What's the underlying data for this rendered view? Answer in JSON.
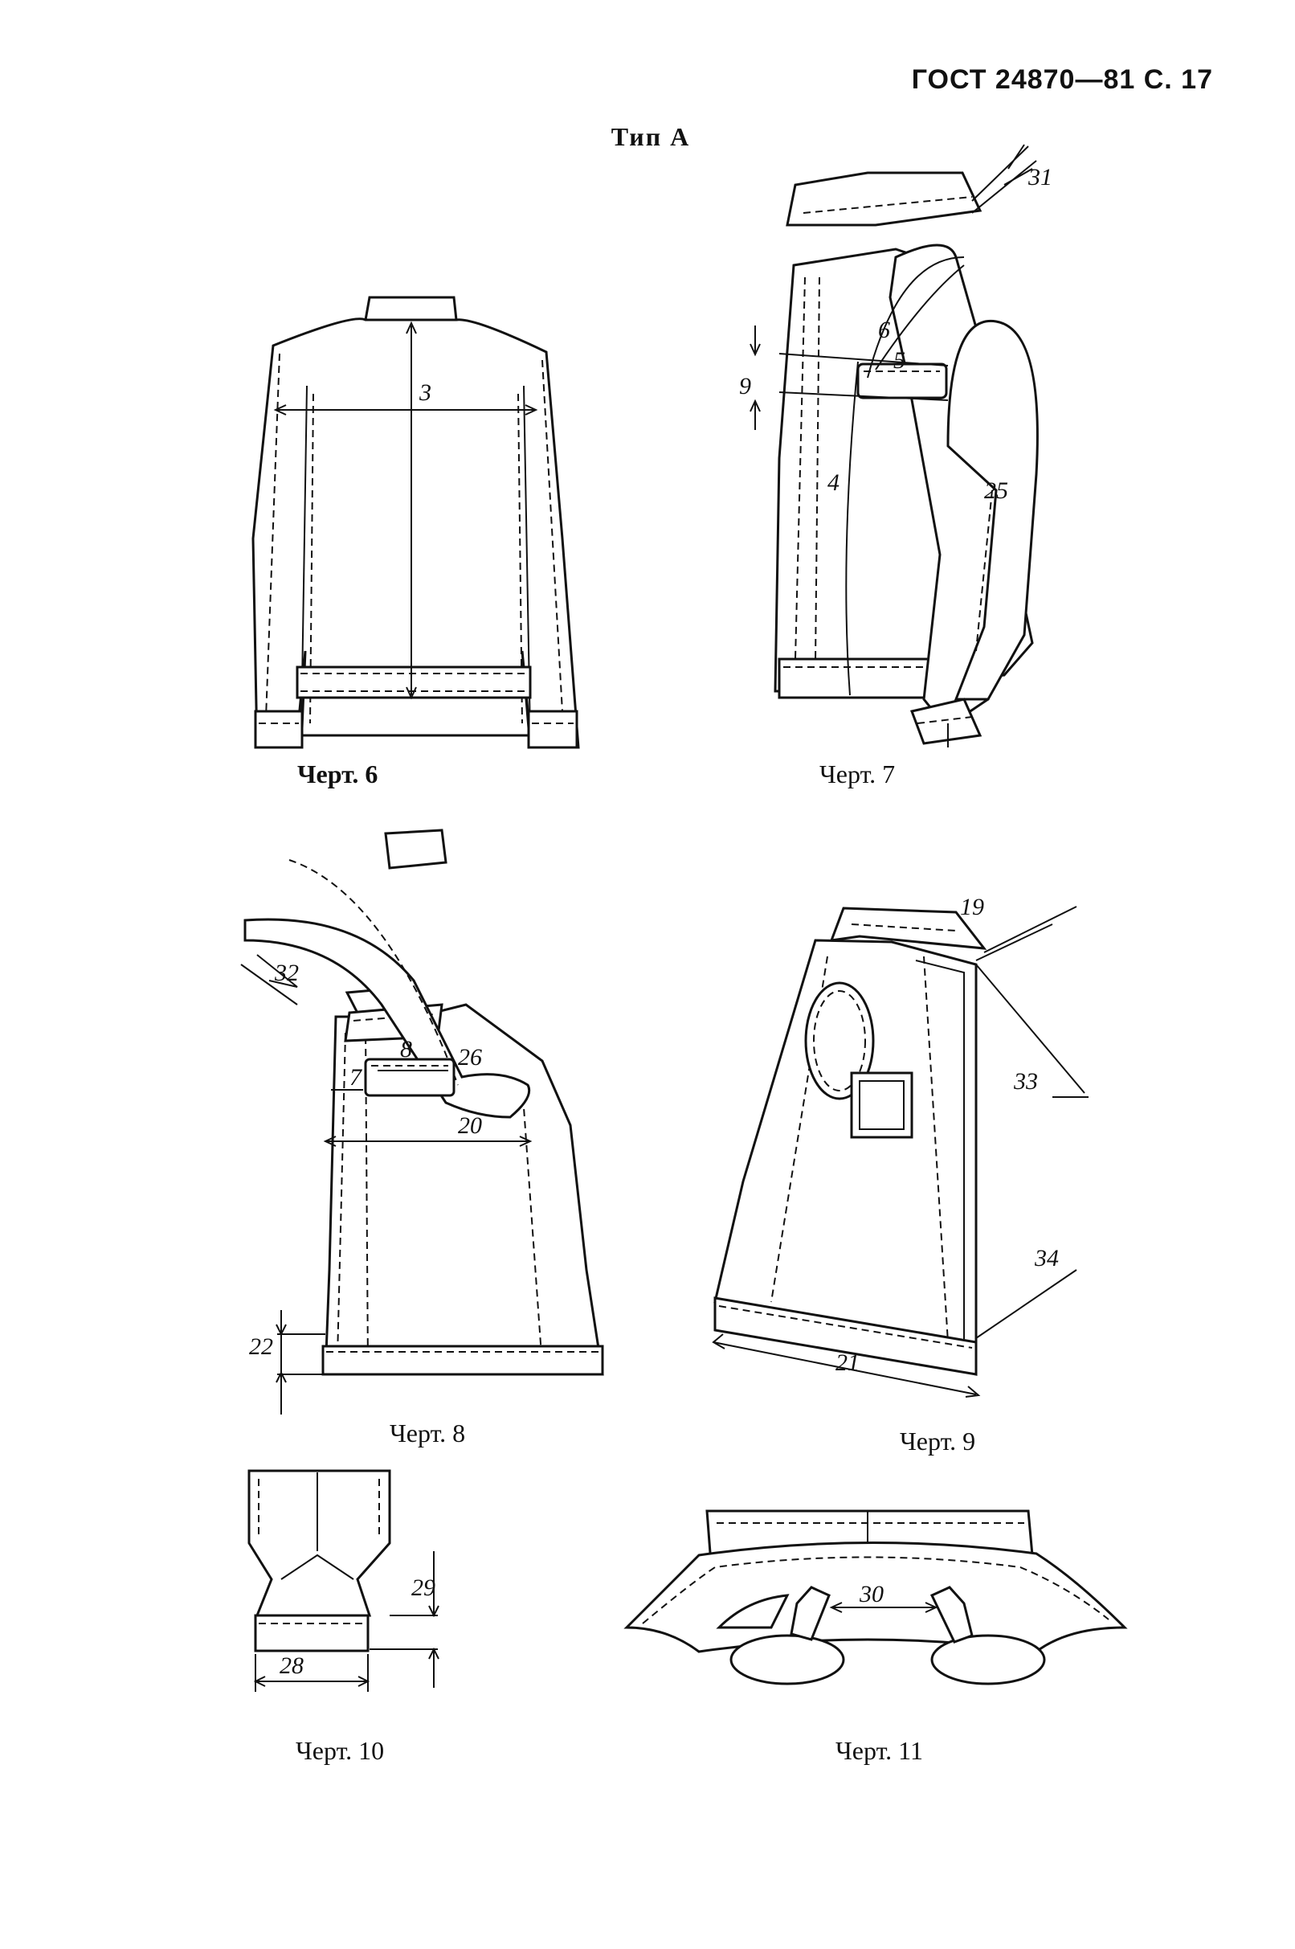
{
  "header": {
    "standard": "ГОСТ 24870—81 С. 17"
  },
  "subtitle": "Тип А",
  "figures": [
    {
      "caption": "Черт. 6",
      "dims": [
        "3"
      ]
    },
    {
      "caption": "Черт. 7",
      "dims": [
        "31",
        "6",
        "5",
        "9",
        "4",
        "25"
      ]
    },
    {
      "caption": "Черт. 8",
      "dims": [
        "32",
        "8",
        "7",
        "26",
        "20",
        "22"
      ]
    },
    {
      "caption": "Черт. 9",
      "dims": [
        "19",
        "33",
        "34",
        "21"
      ]
    },
    {
      "caption": "Черт. 10",
      "dims": [
        "29",
        "28"
      ]
    },
    {
      "caption": "Черт. 11",
      "dims": [
        "30"
      ]
    }
  ]
}
